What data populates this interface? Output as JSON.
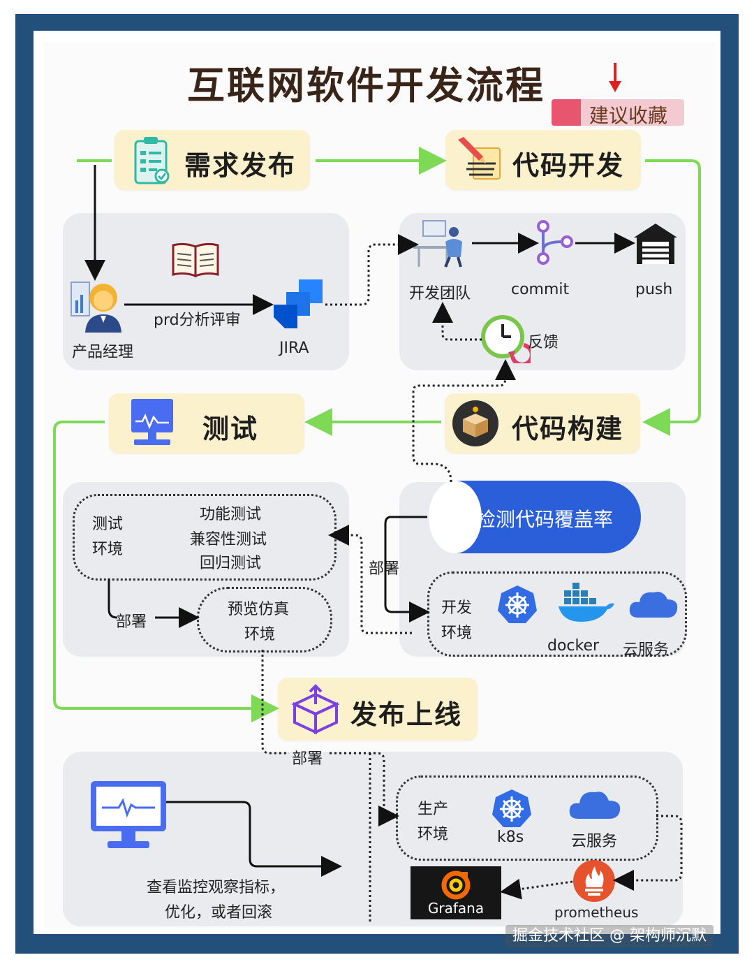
{
  "title": "互联网软件开发流程",
  "bookmark_hint": "建议收藏",
  "stages": {
    "requirement": "需求发布",
    "coding": "代码开发",
    "build": "代码构建",
    "test": "测试",
    "release": "发布上线"
  },
  "requirement_panel": {
    "product_manager": "产品经理",
    "prd_review": "prd分析评审",
    "jira": "JIRA"
  },
  "coding_panel": {
    "dev_team": "开发团队",
    "commit": "commit",
    "push": "push",
    "feedback": "反馈"
  },
  "build_panel": {
    "coverage": "检测代码覆盖率",
    "deploy": "部署",
    "dev_env_line1": "开发",
    "dev_env_line2": "环境",
    "docker": "docker",
    "cloud": "云服务"
  },
  "test_panel": {
    "test_env_line1": "测试",
    "test_env_line2": "环境",
    "functional": "功能测试",
    "compat": "兼容性测试",
    "regression": "回归测试",
    "deploy": "部署",
    "preview_line1": "预览仿真",
    "preview_line2": "环境"
  },
  "release_panel": {
    "deploy": "部署",
    "prod_env_line1": "生产",
    "prod_env_line2": "环境",
    "k8s": "k8s",
    "cloud": "云服务",
    "grafana": "Grafana",
    "prometheus": "prometheus",
    "monitor_line1": "查看监控观察指标，",
    "monitor_line2": "优化，或者回滚"
  },
  "watermark": "掘金技术社区 @ 架构师沉默",
  "colors": {
    "frame": "#23507a",
    "stage_fill": "#fbf1cc",
    "panel_fill": "#e9ebee",
    "flow_green": "#7ed957",
    "coverage_blue": "#2b5fd9",
    "jira_blue": "#2684ff",
    "k8s_blue": "#326ce5",
    "prometheus_orange": "#e6522c"
  }
}
